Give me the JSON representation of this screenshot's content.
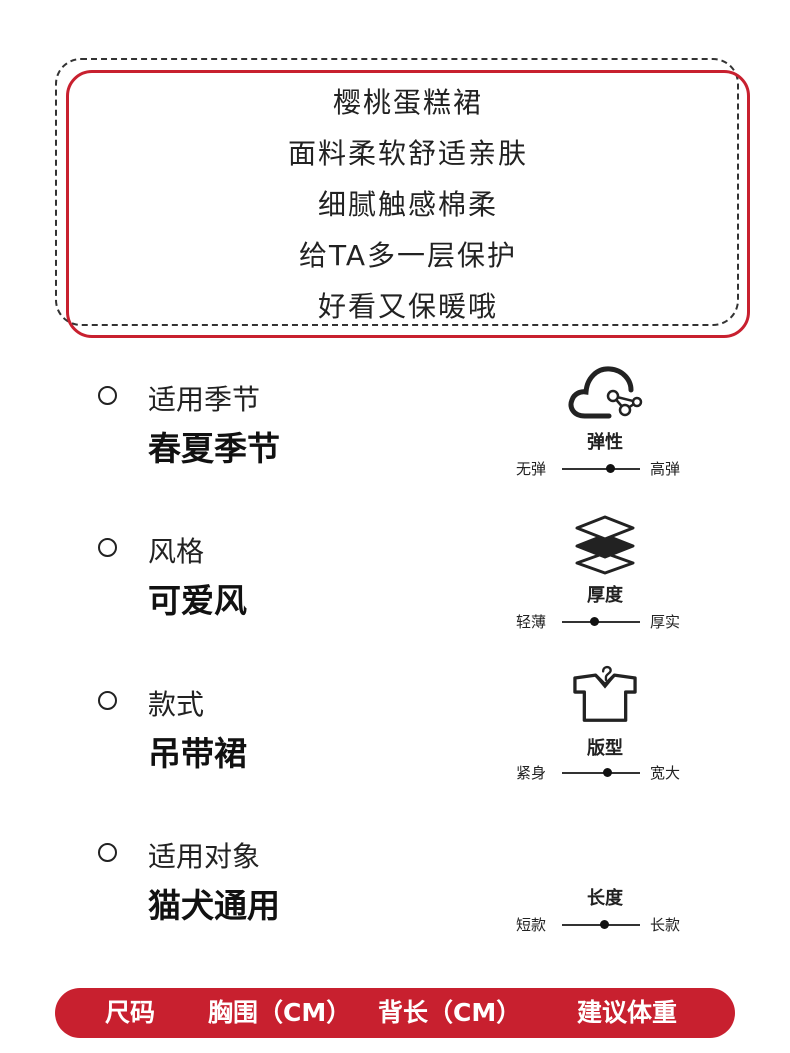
{
  "intro": {
    "lines": [
      "樱桃蛋糕裙",
      "面料柔软舒适亲肤",
      "细腻触感棉柔",
      "给TA多一层保护",
      "好看又保暖哦"
    ]
  },
  "attributes": [
    {
      "label": "适用季节",
      "value": "春夏季节"
    },
    {
      "label": "风格",
      "value": "可爱风"
    },
    {
      "label": "款式",
      "value": "吊带裙"
    },
    {
      "label": "适用对象",
      "value": "猫犬通用"
    }
  ],
  "specs": [
    {
      "title": "弹性",
      "icon": "cloud-network-icon",
      "left": "无弹",
      "right": "高弹",
      "level": 0.62
    },
    {
      "title": "厚度",
      "icon": "layers-icon",
      "left": "轻薄",
      "right": "厚实",
      "level": 0.42
    },
    {
      "title": "版型",
      "icon": "shirt-hanger-icon",
      "left": "紧身",
      "right": "宽大",
      "level": 0.58
    },
    {
      "title": "长度",
      "icon": "",
      "left": "短款",
      "right": "长款",
      "level": 0.54
    }
  ],
  "size_table": {
    "headers": [
      "尺码",
      "胸围（CM）",
      "背长（CM）",
      "建议体重"
    ]
  },
  "colors": {
    "accent": "#c8202f",
    "text": "#222222"
  }
}
